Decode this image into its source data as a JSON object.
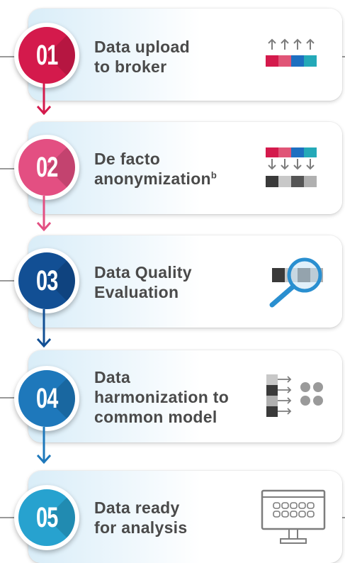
{
  "steps": [
    {
      "number": "01",
      "line1": "Data upload",
      "line2": "to broker",
      "color": "#d41a4c"
    },
    {
      "number": "02",
      "line1": "De facto",
      "line2": "anonymization",
      "sup": "b",
      "color": "#e34f82"
    },
    {
      "number": "03",
      "line1": "Data Quality",
      "line2": "Evaluation",
      "color": "#124f94"
    },
    {
      "number": "04",
      "line1": "Data",
      "line2": "harmonization to",
      "line3": "common model",
      "color": "#1e78bb"
    },
    {
      "number": "05",
      "line1": "Data ready",
      "line2": "for analysis",
      "color": "#27a2cf"
    }
  ],
  "colors": {
    "text": "#4a4a4a",
    "connector": "#9a9a9a",
    "icon_gray": "#7d7d7d",
    "block_red": "#d41a4c",
    "block_pink": "#e05577",
    "block_blue": "#1e6fc0",
    "block_teal": "#24a9b8",
    "magnifier": "#2a8fd0"
  }
}
